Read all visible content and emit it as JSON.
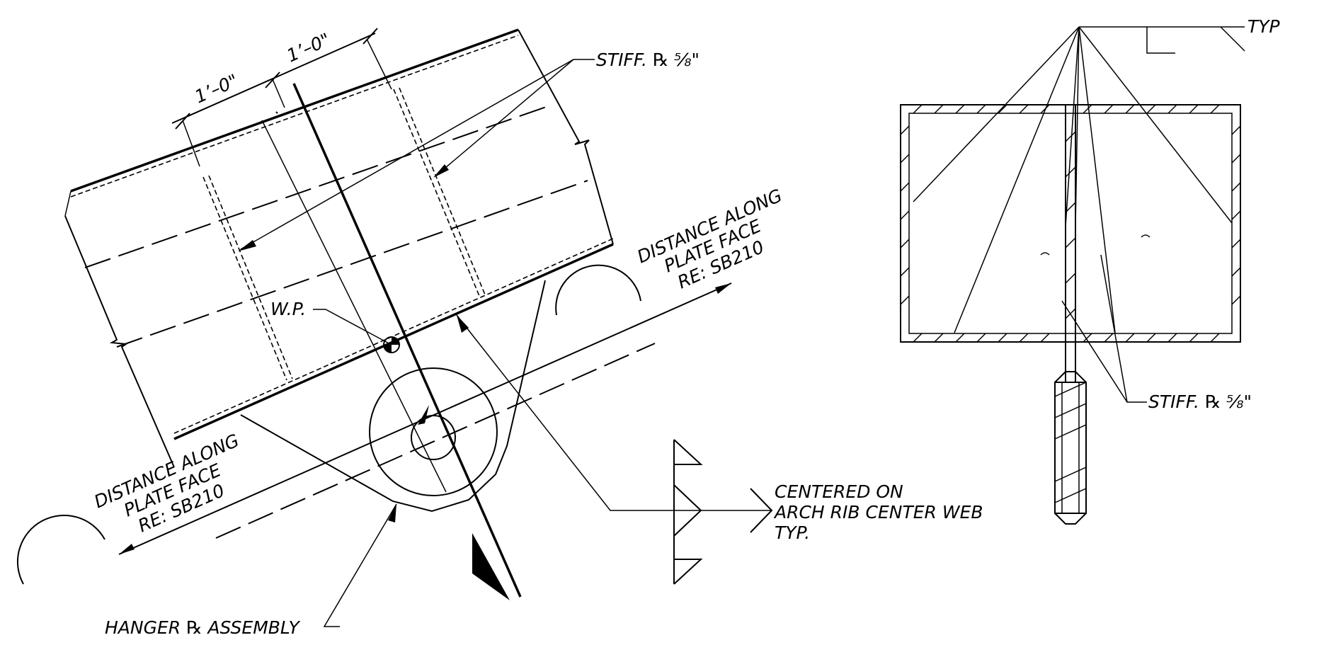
{
  "labels": {
    "dim_1": "1’–0\"",
    "dim_2": "1’–0\"",
    "stiff_left": "STIFF. ℞ ⅝\"",
    "wp": "W.P.",
    "dist_right_1": "DISTANCE ALONG",
    "dist_right_2": "PLATE FACE",
    "dist_right_3": "RE: SB210",
    "dist_left_1": "DISTANCE ALONG",
    "dist_left_2": "PLATE FACE",
    "dist_left_3": "RE: SB210",
    "hanger": "HANGER ℞ ASSEMBLY",
    "centered_1": "CENTERED ON",
    "centered_2": "ARCH RIB CENTER WEB",
    "centered_3": "TYP.",
    "typ": "TYP",
    "stiff_right": "STIFF. ℞ ⅝\""
  }
}
